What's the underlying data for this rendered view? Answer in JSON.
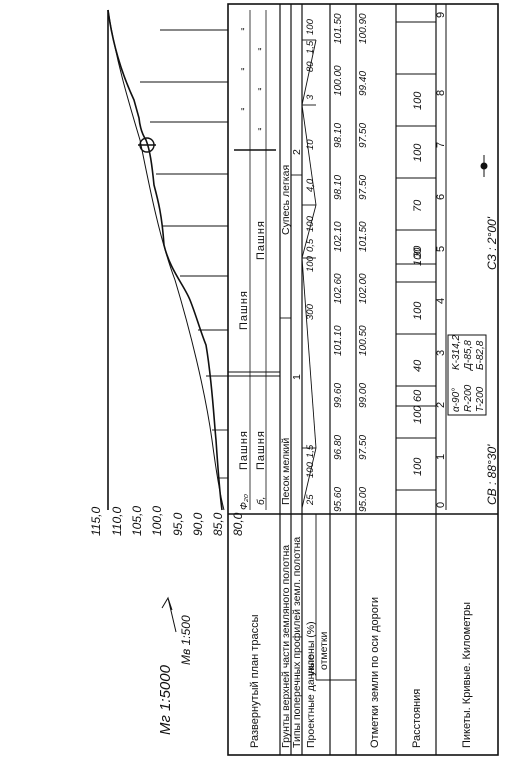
{
  "scales": {
    "horizontal": "Mг 1:5000",
    "vertical": "Mв 1:500"
  },
  "elevation_labels": [
    "115,0",
    "110,0",
    "105,0",
    "100,0",
    "95,0",
    "90,0",
    "85,0",
    "80,0"
  ],
  "row_labels": {
    "plan": "Развернутый план трассы",
    "soils_top": "Грунты верхней части земляного полотна",
    "cross_sections": "Типы поперечных профилей земл. полотна",
    "design_data": "Проектные данные",
    "slopes": "уклоны (%)",
    "design_marks": "отметки",
    "ground_marks": "Отметки земли по оси дороги",
    "distances": "Расстояния",
    "pickets": "Пикеты. Кривые. Километры"
  },
  "plan_labels": {
    "field_1": "Пашня",
    "field_1b": "Пашня",
    "field_2": "Пашня",
    "field_2b": "Пашня",
    "ditto": "\"",
    "left_side": "Ф₂₀",
    "left_side_b": "б,"
  },
  "soils": [
    "Песок мелкий",
    "Супесь легкая"
  ],
  "cross_section_types": [
    "1",
    "2"
  ],
  "slopes": [
    {
      "value": "25",
      "length": "100"
    },
    {
      "value": "1,5",
      "length": ""
    },
    {
      "value": "300",
      "length": ""
    },
    {
      "value": "100",
      "length": ""
    },
    {
      "value": "0,5",
      "length": "100"
    },
    {
      "value": "4,0",
      "length": ""
    },
    {
      "value": "10",
      "length": ""
    },
    {
      "value": "3",
      "length": ""
    },
    {
      "value": "80",
      "length": "1,5"
    },
    {
      "value": "100",
      "length": ""
    }
  ],
  "design_marks": [
    "95.60",
    "96.80",
    "99.60",
    "101.10",
    "102.60",
    "102.10",
    "98.10",
    "98.10",
    "100.00",
    "101.50"
  ],
  "ground_marks": [
    "95.00",
    "97.50",
    "99.00",
    "100.50",
    "102.00",
    "101.50",
    "97.50",
    "97.50",
    "99.40",
    "100.90"
  ],
  "distances": [
    "100",
    "100",
    "60",
    "40",
    "100",
    "100",
    "30",
    "70",
    "100",
    "100"
  ],
  "pickets": [
    "0",
    "1",
    "2",
    "3",
    "4",
    "5",
    "6",
    "7",
    "8",
    "9"
  ],
  "curve": {
    "alpha": "α-90°",
    "K": "K-314,2",
    "R": "R-200",
    "D": "Д-85,8",
    "T": "T-200",
    "B": "Б-82,8"
  },
  "bearings": [
    "СВ : 88°30'",
    "СЗ : 2°00'"
  ]
}
